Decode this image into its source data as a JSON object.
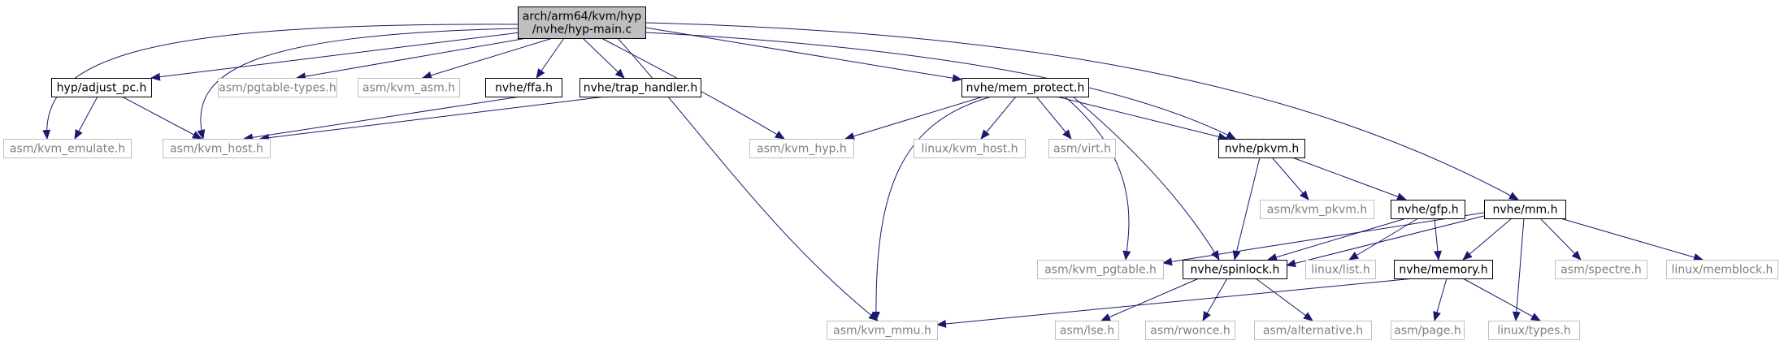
{
  "colors": {
    "edge": "#191970",
    "main_fill": "#bfbfbf",
    "linked_border": "#000000",
    "linked_text": "#000000",
    "external_border": "#bfbfbf",
    "external_text": "#7f7f7f",
    "background": "#ffffff"
  },
  "nodes": [
    {
      "id": "main",
      "lines": [
        "arch/arm64/kvm/hyp",
        "/nvhe/hyp-main.c"
      ],
      "kind": "main"
    },
    {
      "id": "hyp_adjust_pc",
      "lines": [
        "hyp/adjust_pc.h"
      ],
      "kind": "linked"
    },
    {
      "id": "asm_pgtable_types",
      "lines": [
        "asm/pgtable-types.h"
      ],
      "kind": "external"
    },
    {
      "id": "asm_kvm_asm",
      "lines": [
        "asm/kvm_asm.h"
      ],
      "kind": "external"
    },
    {
      "id": "nvhe_ffa",
      "lines": [
        "nvhe/ffa.h"
      ],
      "kind": "linked"
    },
    {
      "id": "nvhe_trap_handler",
      "lines": [
        "nvhe/trap_handler.h"
      ],
      "kind": "linked"
    },
    {
      "id": "nvhe_mem_protect",
      "lines": [
        "nvhe/mem_protect.h"
      ],
      "kind": "linked"
    },
    {
      "id": "asm_kvm_emulate",
      "lines": [
        "asm/kvm_emulate.h"
      ],
      "kind": "external"
    },
    {
      "id": "asm_kvm_host",
      "lines": [
        "asm/kvm_host.h"
      ],
      "kind": "external"
    },
    {
      "id": "asm_kvm_hyp",
      "lines": [
        "asm/kvm_hyp.h"
      ],
      "kind": "external"
    },
    {
      "id": "linux_kvm_host",
      "lines": [
        "linux/kvm_host.h"
      ],
      "kind": "external"
    },
    {
      "id": "asm_virt",
      "lines": [
        "asm/virt.h"
      ],
      "kind": "external"
    },
    {
      "id": "nvhe_pkvm",
      "lines": [
        "nvhe/pkvm.h"
      ],
      "kind": "linked"
    },
    {
      "id": "asm_kvm_pkvm",
      "lines": [
        "asm/kvm_pkvm.h"
      ],
      "kind": "external"
    },
    {
      "id": "nvhe_gfp",
      "lines": [
        "nvhe/gfp.h"
      ],
      "kind": "linked"
    },
    {
      "id": "nvhe_mm",
      "lines": [
        "nvhe/mm.h"
      ],
      "kind": "linked"
    },
    {
      "id": "asm_kvm_pgtable",
      "lines": [
        "asm/kvm_pgtable.h"
      ],
      "kind": "external"
    },
    {
      "id": "nvhe_spinlock",
      "lines": [
        "nvhe/spinlock.h"
      ],
      "kind": "linked"
    },
    {
      "id": "linux_list",
      "lines": [
        "linux/list.h"
      ],
      "kind": "external"
    },
    {
      "id": "nvhe_memory",
      "lines": [
        "nvhe/memory.h"
      ],
      "kind": "linked"
    },
    {
      "id": "asm_spectre",
      "lines": [
        "asm/spectre.h"
      ],
      "kind": "external"
    },
    {
      "id": "linux_memblock",
      "lines": [
        "linux/memblock.h"
      ],
      "kind": "external"
    },
    {
      "id": "asm_kvm_mmu",
      "lines": [
        "asm/kvm_mmu.h"
      ],
      "kind": "external"
    },
    {
      "id": "asm_lse",
      "lines": [
        "asm/lse.h"
      ],
      "kind": "external"
    },
    {
      "id": "asm_rwonce",
      "lines": [
        "asm/rwonce.h"
      ],
      "kind": "external"
    },
    {
      "id": "asm_alternative",
      "lines": [
        "asm/alternative.h"
      ],
      "kind": "external"
    },
    {
      "id": "asm_page",
      "lines": [
        "asm/page.h"
      ],
      "kind": "external"
    },
    {
      "id": "linux_types",
      "lines": [
        "linux/types.h"
      ],
      "kind": "external"
    }
  ],
  "edges": [
    [
      "main",
      "hyp_adjust_pc"
    ],
    [
      "main",
      "asm_pgtable_types"
    ],
    [
      "main",
      "asm_kvm_asm"
    ],
    [
      "main",
      "nvhe_ffa"
    ],
    [
      "main",
      "nvhe_trap_handler"
    ],
    [
      "main",
      "nvhe_mem_protect"
    ],
    [
      "main",
      "asm_kvm_emulate"
    ],
    [
      "main",
      "asm_kvm_host"
    ],
    [
      "main",
      "asm_kvm_hyp"
    ],
    [
      "main",
      "asm_kvm_mmu"
    ],
    [
      "main",
      "nvhe_pkvm"
    ],
    [
      "main",
      "nvhe_mm"
    ],
    [
      "hyp_adjust_pc",
      "asm_kvm_emulate"
    ],
    [
      "hyp_adjust_pc",
      "asm_kvm_host"
    ],
    [
      "nvhe_ffa",
      "asm_kvm_host"
    ],
    [
      "nvhe_trap_handler",
      "asm_kvm_host"
    ],
    [
      "nvhe_mem_protect",
      "asm_kvm_hyp"
    ],
    [
      "nvhe_mem_protect",
      "linux_kvm_host"
    ],
    [
      "nvhe_mem_protect",
      "asm_virt"
    ],
    [
      "nvhe_mem_protect",
      "nvhe_pkvm"
    ],
    [
      "nvhe_mem_protect",
      "asm_kvm_pgtable"
    ],
    [
      "nvhe_mem_protect",
      "nvhe_spinlock"
    ],
    [
      "nvhe_mem_protect",
      "asm_kvm_mmu"
    ],
    [
      "nvhe_pkvm",
      "asm_kvm_pkvm"
    ],
    [
      "nvhe_pkvm",
      "nvhe_gfp"
    ],
    [
      "nvhe_pkvm",
      "nvhe_spinlock"
    ],
    [
      "nvhe_gfp",
      "nvhe_spinlock"
    ],
    [
      "nvhe_gfp",
      "linux_list"
    ],
    [
      "nvhe_gfp",
      "nvhe_memory"
    ],
    [
      "nvhe_mm",
      "asm_kvm_pgtable"
    ],
    [
      "nvhe_mm",
      "nvhe_spinlock"
    ],
    [
      "nvhe_mm",
      "nvhe_memory"
    ],
    [
      "nvhe_mm",
      "asm_spectre"
    ],
    [
      "nvhe_mm",
      "linux_memblock"
    ],
    [
      "nvhe_mm",
      "linux_types"
    ],
    [
      "nvhe_spinlock",
      "asm_lse"
    ],
    [
      "nvhe_spinlock",
      "asm_rwonce"
    ],
    [
      "nvhe_spinlock",
      "asm_alternative"
    ],
    [
      "nvhe_memory",
      "asm_kvm_mmu"
    ],
    [
      "nvhe_memory",
      "asm_page"
    ],
    [
      "nvhe_memory",
      "linux_types"
    ]
  ]
}
